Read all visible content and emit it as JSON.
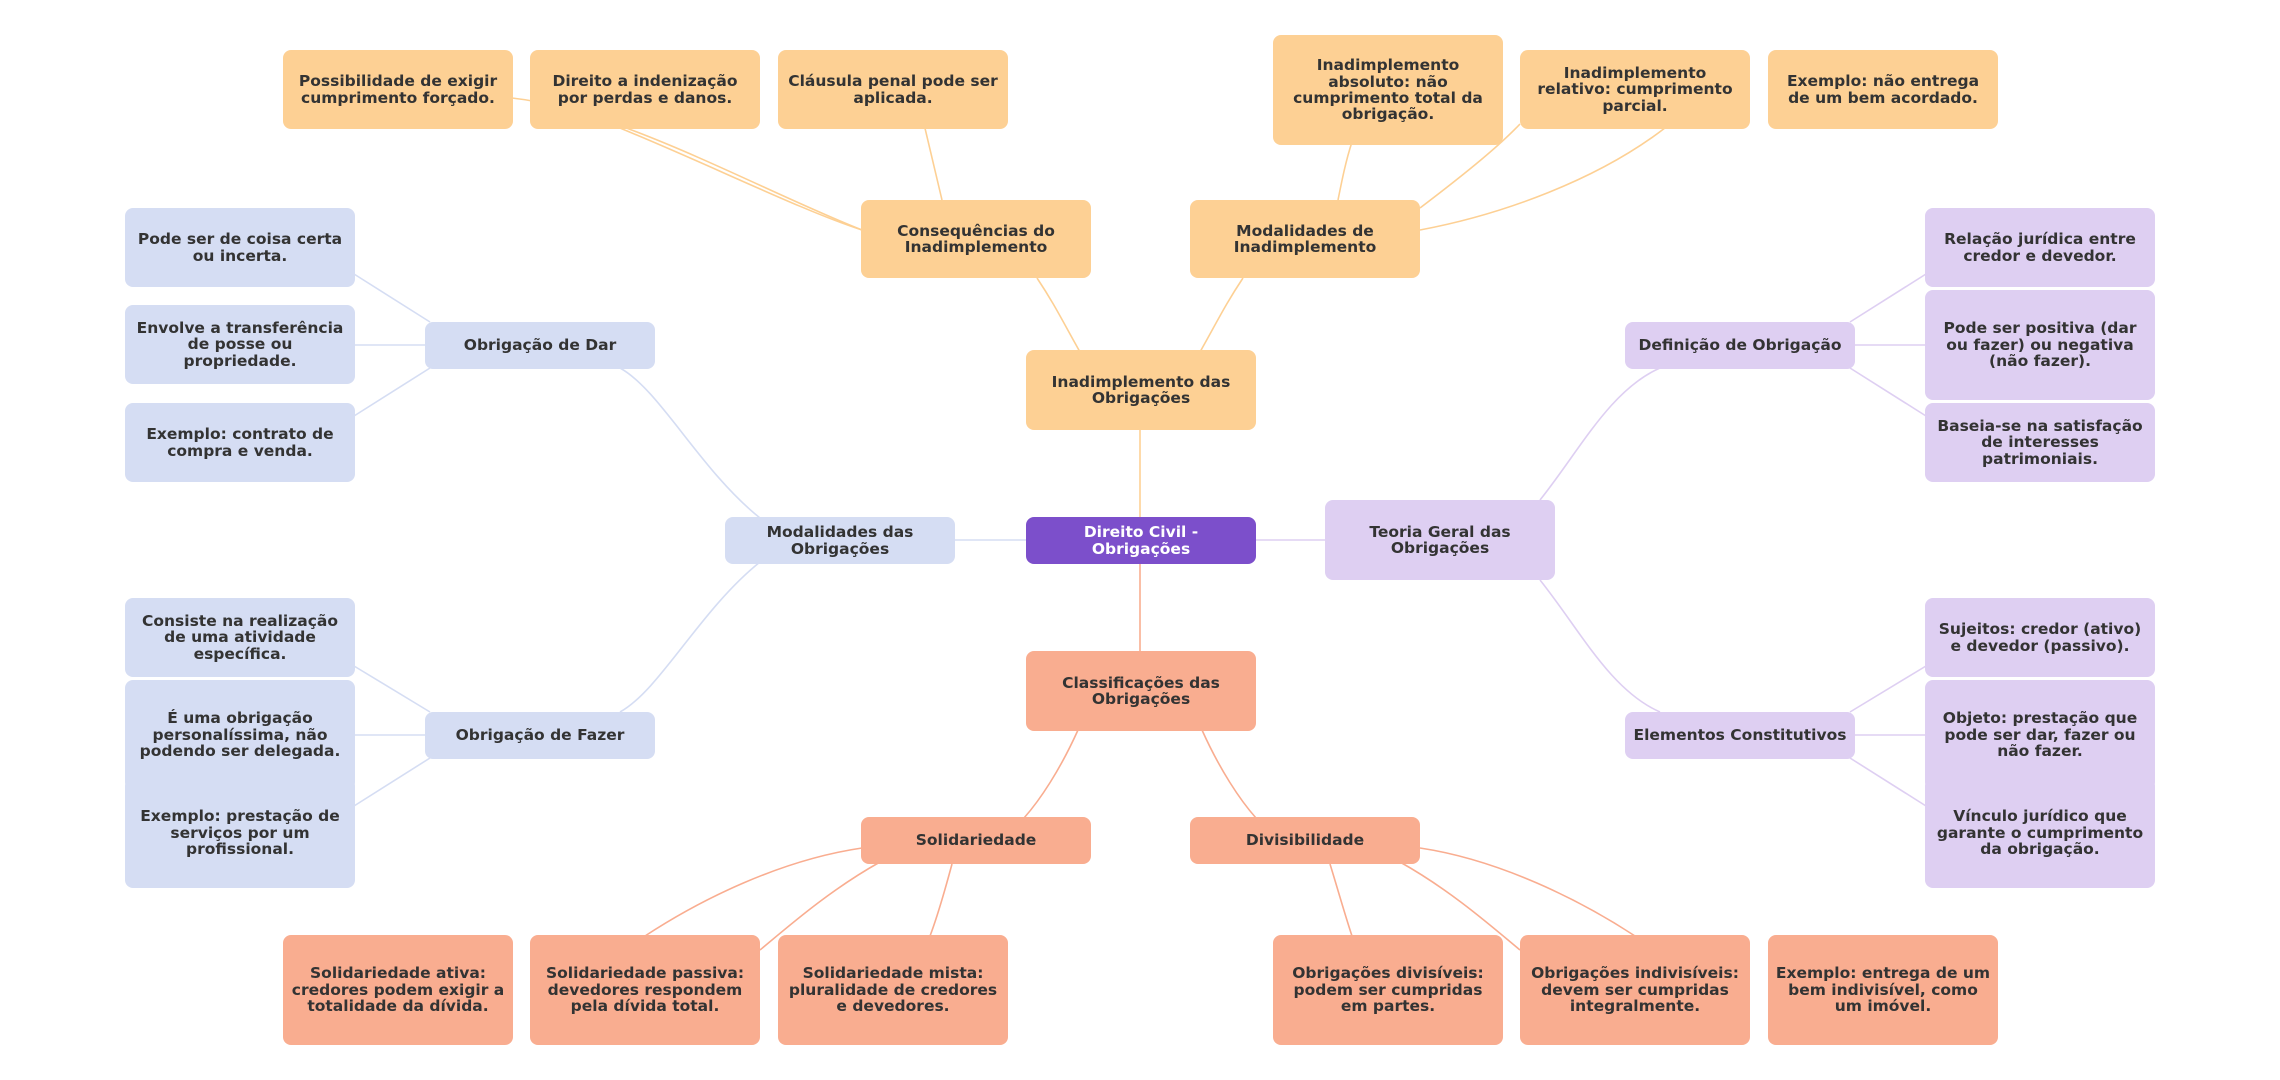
{
  "colors": {
    "root": "#7c4fcb",
    "inadimplemento_branch": "#fdd094",
    "classificacoes_branch": "#f9ad90",
    "modalidades_branch": "#d5ddf3",
    "teoria_branch": "#decff2",
    "edge_orange": "#fdd094",
    "edge_salmon": "#f9ad90",
    "edge_blue": "#d5ddf3",
    "edge_purple": "#decff2"
  },
  "nodes": {
    "root": "Direito Civil - Obrigações",
    "inad": "Inadimplemento das Obrigações",
    "cons": "Consequências do Inadimplemento",
    "cons1": "Possibilidade de exigir cumprimento forçado.",
    "cons2": "Direito a indenização por perdas e danos.",
    "cons3": "Cláusula penal pode ser aplicada.",
    "modi": "Modalidades de Inadimplemento",
    "modi1": "Inadimplemento absoluto: não cumprimento total da obrigação.",
    "modi2": "Inadimplemento relativo: cumprimento parcial.",
    "modi3": "Exemplo: não entrega de um bem acordado.",
    "class": "Classificações das Obrigações",
    "sol": "Solidariedade",
    "sol1": "Solidariedade ativa: credores podem exigir a totalidade da dívida.",
    "sol2": "Solidariedade passiva: devedores respondem pela dívida total.",
    "sol3": "Solidariedade mista: pluralidade de credores e devedores.",
    "div": "Divisibilidade",
    "div1": "Obrigações divisíveis: podem ser cumpridas em partes.",
    "div2": "Obrigações indivisíveis: devem ser cumpridas integralmente.",
    "div3": "Exemplo: entrega de um bem indivisível, como um imóvel.",
    "modo": "Modalidades das Obrigações",
    "dar": "Obrigação de Dar",
    "dar1": "Pode ser de coisa certa ou incerta.",
    "dar2": "Envolve a transferência de posse ou propriedade.",
    "dar3": "Exemplo: contrato de compra e venda.",
    "faz": "Obrigação de Fazer",
    "faz1": "Consiste na realização de uma atividade específica.",
    "faz2": "É uma obrigação personalíssima, não podendo ser delegada.",
    "faz3": "Exemplo: prestação de serviços por um profissional.",
    "teo": "Teoria Geral das Obrigações",
    "def": "Definição de Obrigação",
    "def1": "Relação jurídica entre credor e devedor.",
    "def2": "Pode ser positiva (dar ou fazer) ou negativa (não fazer).",
    "def3": "Baseia-se na satisfação de interesses patrimoniais.",
    "ele": "Elementos Constitutivos",
    "ele1": "Sujeitos: credor (ativo) e devedor (passivo).",
    "ele2": "Objeto: prestação que pode ser dar, fazer ou não fazer.",
    "ele3": "Vínculo jurídico que garante o cumprimento da obrigação."
  }
}
